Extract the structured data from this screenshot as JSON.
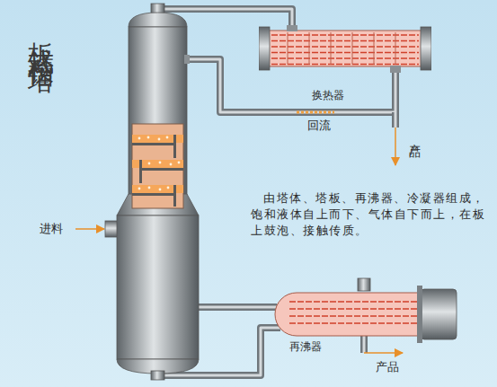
{
  "diagram": {
    "title": "板式精馏塔",
    "nodes": [
      {
        "text": [
          "换热器"
        ]
      },
      {
        "text": [
          "再沸器"
        ]
      }
    ],
    "labels": [
      "回流",
      "产品",
      "由塔体、塔板、再沸器、冷凝器组成， 饱和液体自上而下、气体自下而上，在板 上鼓泡、接触传质。",
      "进料",
      "产品"
    ]
  }
}
